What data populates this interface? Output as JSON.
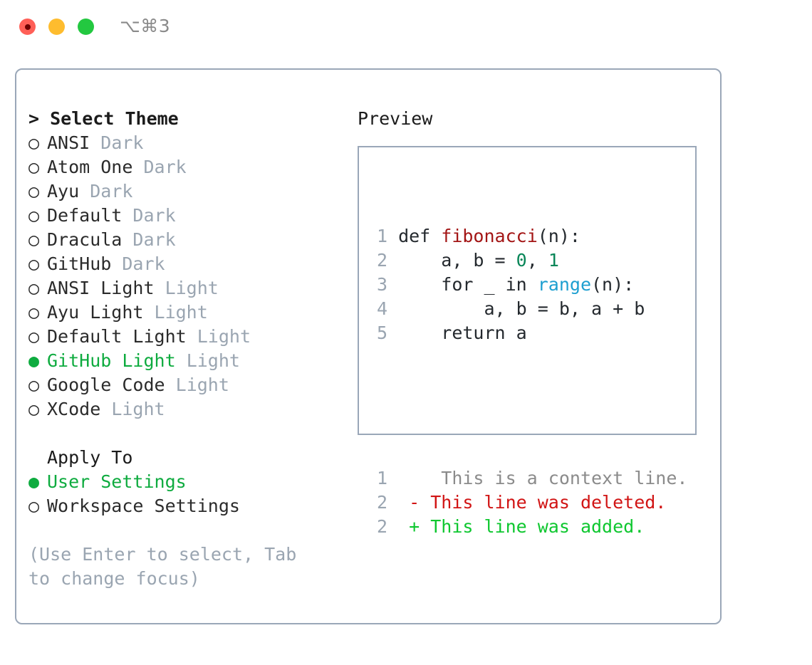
{
  "titlebar": {
    "shortcut": "⌥⌘3",
    "lights": [
      {
        "name": "close",
        "color": "#ff5f57"
      },
      {
        "name": "minimize",
        "color": "#febc2e"
      },
      {
        "name": "maximize",
        "color": "#23c840"
      }
    ]
  },
  "theme_picker": {
    "heading": "> Select Theme",
    "selected_bullet": "●",
    "unselected_bullet": "○",
    "items": [
      {
        "bullet": "○",
        "label": "ANSI",
        "tag": "Dark",
        "selected": false
      },
      {
        "bullet": "○",
        "label": "Atom One",
        "tag": "Dark",
        "selected": false
      },
      {
        "bullet": "○",
        "label": "Ayu",
        "tag": "Dark",
        "selected": false
      },
      {
        "bullet": "○",
        "label": "Default",
        "tag": "Dark",
        "selected": false
      },
      {
        "bullet": "○",
        "label": "Dracula",
        "tag": "Dark",
        "selected": false
      },
      {
        "bullet": "○",
        "label": "GitHub",
        "tag": "Dark",
        "selected": false
      },
      {
        "bullet": "○",
        "label": "ANSI Light",
        "tag": "Light",
        "selected": false
      },
      {
        "bullet": "○",
        "label": "Ayu Light",
        "tag": "Light",
        "selected": false
      },
      {
        "bullet": "○",
        "label": "Default Light",
        "tag": "Light",
        "selected": false
      },
      {
        "bullet": "●",
        "label": "GitHub Light",
        "tag": "Light",
        "selected": true
      },
      {
        "bullet": "○",
        "label": "Google Code",
        "tag": "Light",
        "selected": false
      },
      {
        "bullet": "○",
        "label": "XCode",
        "tag": "Light",
        "selected": false
      }
    ]
  },
  "apply_to": {
    "heading": "Apply To",
    "items": [
      {
        "bullet": "●",
        "label": "User Settings",
        "selected": true
      },
      {
        "bullet": "○",
        "label": "Workspace Settings",
        "selected": false
      }
    ]
  },
  "hint": "(Use Enter to select, Tab to change focus)",
  "preview": {
    "title": "Preview",
    "code_lines": [
      {
        "num": "1",
        "tokens": [
          {
            "text": "def ",
            "type": "plain"
          },
          {
            "text": "fibonacci",
            "type": "func"
          },
          {
            "text": "(n):",
            "type": "plain"
          }
        ]
      },
      {
        "num": "2",
        "tokens": [
          {
            "text": "    a, b = ",
            "type": "plain"
          },
          {
            "text": "0",
            "type": "num"
          },
          {
            "text": ", ",
            "type": "plain"
          },
          {
            "text": "1",
            "type": "num"
          }
        ]
      },
      {
        "num": "3",
        "tokens": [
          {
            "text": "    for _ in ",
            "type": "plain"
          },
          {
            "text": "range",
            "type": "builtin"
          },
          {
            "text": "(n):",
            "type": "plain"
          }
        ]
      },
      {
        "num": "4",
        "tokens": [
          {
            "text": "        a, b = b, a + b",
            "type": "plain"
          }
        ]
      },
      {
        "num": "5",
        "tokens": [
          {
            "text": "    return a",
            "type": "plain"
          }
        ]
      }
    ],
    "diff_lines": [
      {
        "num": "1",
        "marker": " ",
        "text": "  This is a context line.",
        "kind": "ctx"
      },
      {
        "num": "2",
        "marker": "-",
        "text": " This line was deleted.",
        "kind": "del"
      },
      {
        "num": "2",
        "marker": "+",
        "text": " This line was added.",
        "kind": "add"
      }
    ]
  },
  "colors": {
    "accent_green": "#0eab3f",
    "muted_gray": "#9aa5b1",
    "border": "#9aa7b8",
    "func_red": "#a31515",
    "number_teal": "#098658",
    "builtin_blue": "#1d9fd0",
    "diff_delete": "#d11414",
    "diff_add": "#0ec72f"
  }
}
